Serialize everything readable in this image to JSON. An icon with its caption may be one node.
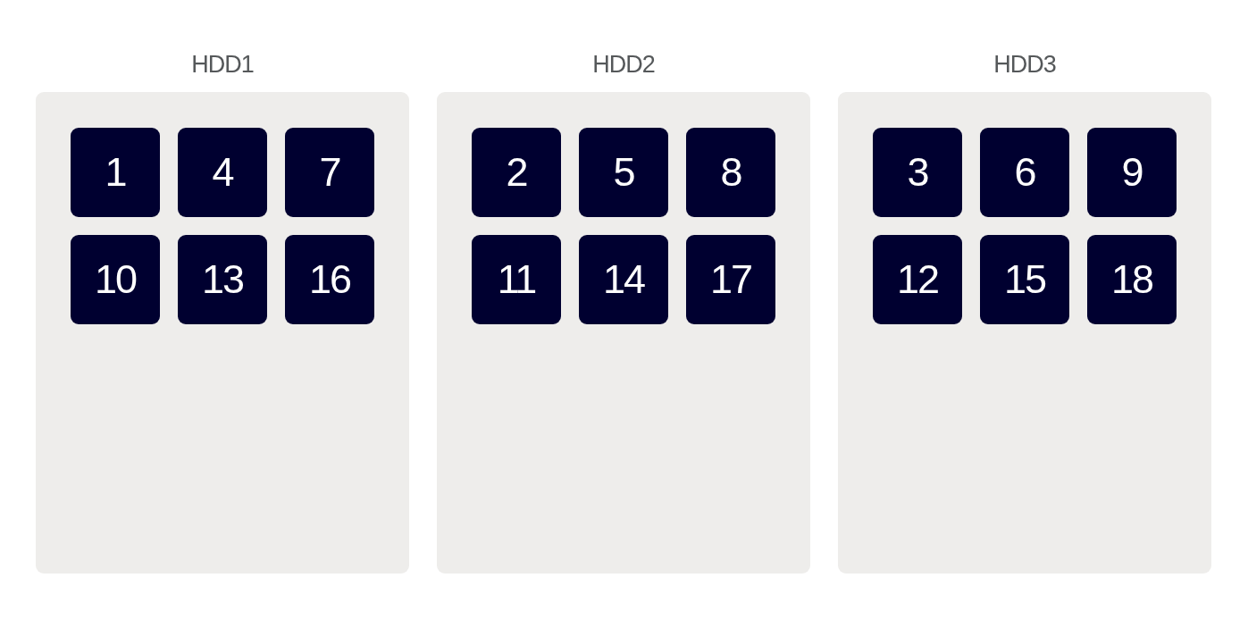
{
  "diagram": {
    "nodes": [
      {
        "text": [
          "HDD1"
        ]
      },
      {
        "text": [
          "1"
        ],
        "in": 0
      },
      {
        "text": [
          "4"
        ],
        "in": 0
      },
      {
        "text": [
          "7"
        ],
        "in": 0
      },
      {
        "text": [
          "10"
        ],
        "in": 0
      },
      {
        "text": [
          "13"
        ],
        "in": 0
      },
      {
        "text": [
          "16"
        ],
        "in": 0
      },
      {
        "text": [
          "HDD2"
        ]
      },
      {
        "text": [
          "2"
        ],
        "in": 7
      },
      {
        "text": [
          "5"
        ],
        "in": 7
      },
      {
        "text": [
          "8"
        ],
        "in": 7
      },
      {
        "text": [
          "11"
        ],
        "in": 7
      },
      {
        "text": [
          "14"
        ],
        "in": 7
      },
      {
        "text": [
          "17"
        ],
        "in": 7
      },
      {
        "text": [
          "HDD3"
        ]
      },
      {
        "text": [
          "3"
        ],
        "in": 14
      },
      {
        "text": [
          "6"
        ],
        "in": 14
      },
      {
        "text": [
          "9"
        ],
        "in": 14
      },
      {
        "text": [
          "12"
        ],
        "in": 14
      },
      {
        "text": [
          "15"
        ],
        "in": 14
      },
      {
        "text": [
          "18"
        ],
        "in": 14
      }
    ],
    "edges": []
  }
}
